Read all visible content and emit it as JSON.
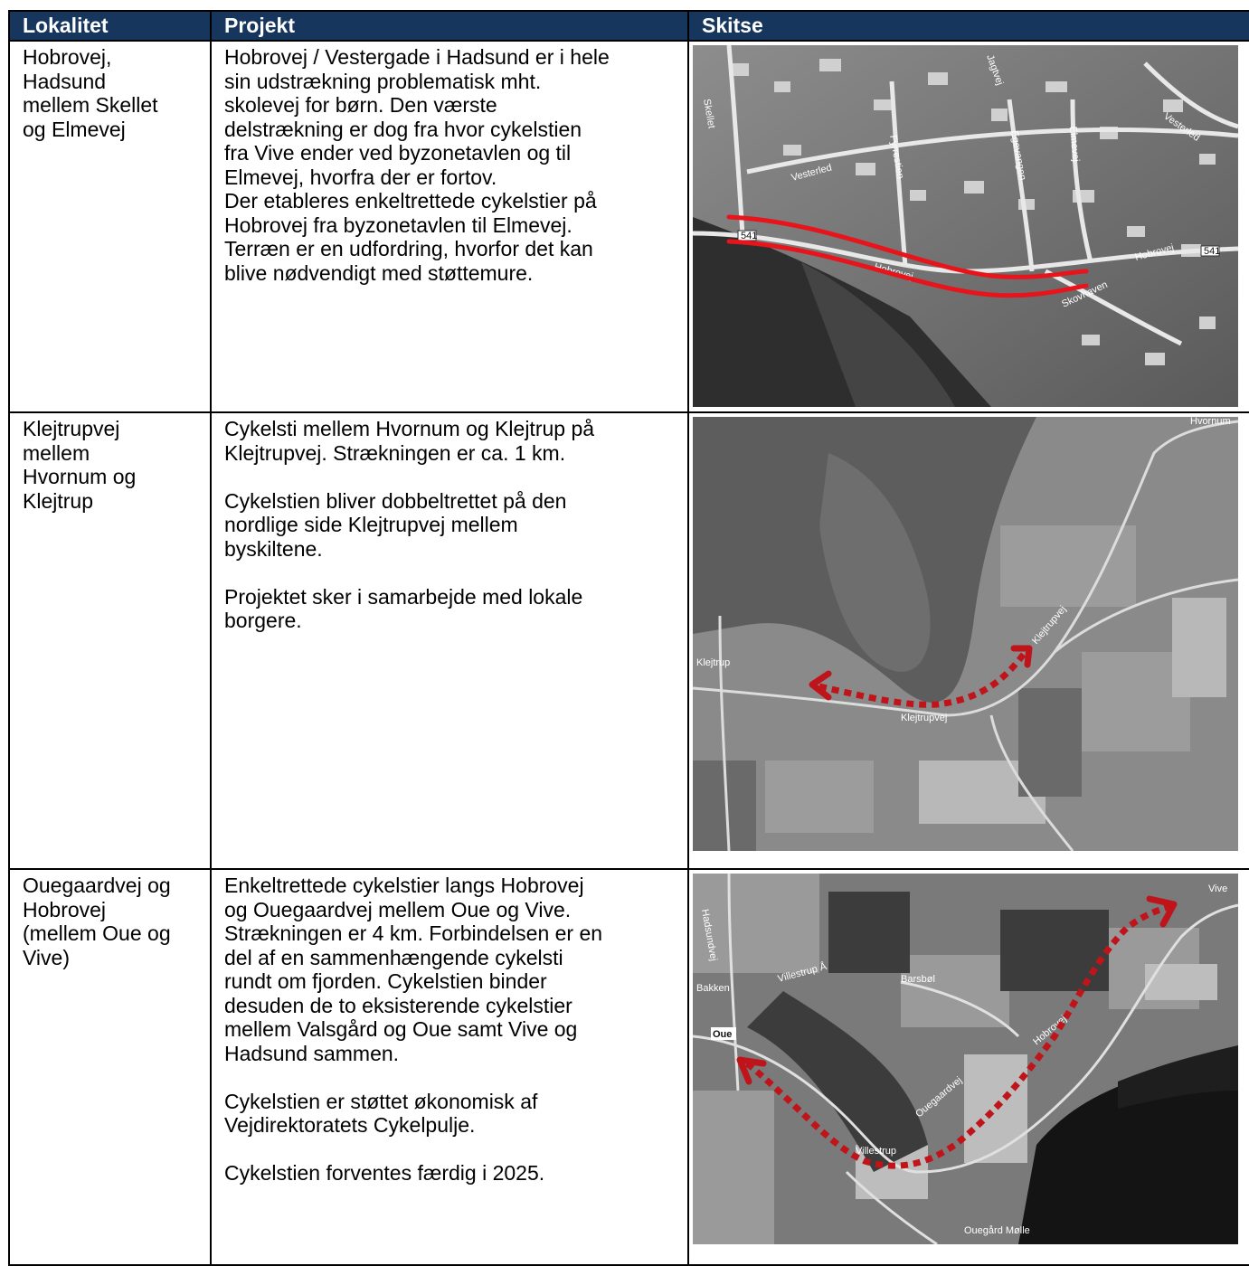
{
  "headers": {
    "lokalitet": "Lokalitet",
    "projekt": "Projekt",
    "skitse": "Skitse"
  },
  "rows": [
    {
      "lokalitet": [
        "Hobrovej,",
        "Hadsund",
        "mellem Skellet",
        "og Elmevej"
      ],
      "projekt": [
        [
          "Hobrovej / Vestergade i Hadsund er i hele",
          "sin udstrækning problematisk mht.",
          "skolevej for børn. Den værste",
          "delstrækning er dog fra hvor cykelstien",
          "fra Vive ender ved byzonetavlen og til",
          "Elmevej, hvorfra der er fortov.",
          "Der etableres enkeltrettede cykelstier på",
          "Hobrovej fra byzonetavlen til Elmevej.",
          "Terræn er en udfordring, hvorfor det kan",
          "blive nødvendigt med støttemure."
        ]
      ],
      "map": {
        "labels": [
          "Skellet",
          "Vesterled",
          "Fyrrestien",
          "Egevangen",
          "Elmevej",
          "Vesterled",
          "Jagtvej",
          "541",
          "541",
          "Hobrovej",
          "Hobrovej",
          "Skovhaven"
        ],
        "route_color": "#e8141b"
      }
    },
    {
      "lokalitet": [
        "Klejtrupvej",
        "mellem",
        "Hvornum og",
        "Klejtrup"
      ],
      "projekt": [
        [
          "Cykelsti mellem Hvornum og Klejtrup på",
          "Klejtrupvej. Strækningen er ca. 1 km."
        ],
        [
          "Cykelstien bliver dobbeltrettet på den",
          "nordlige side Klejtrupvej mellem",
          "byskiltene."
        ],
        [
          "Projektet sker i samarbejde med lokale",
          "borgere."
        ]
      ],
      "map": {
        "labels": [
          "Hvornum",
          "Klejtrup",
          "Klejtrupvej",
          "Klejtrupvej"
        ],
        "route_color": "#c0141b"
      }
    },
    {
      "lokalitet": [
        "Ouegaardvej og",
        "Hobrovej",
        "(mellem Oue og",
        "Vive)"
      ],
      "projekt": [
        [
          "Enkeltrettede cykelstier langs Hobrovej",
          "og Ouegaardvej mellem Oue og Vive.",
          "Strækningen er 4 km. Forbindelsen er en",
          "del af en sammenhængende cykelsti",
          "rundt om fjorden. Cykelstien binder",
          "desuden de to eksisterende cykelstier",
          "mellem Valsgård og Oue samt Vive og",
          "Hadsund sammen."
        ],
        [
          "Cykelstien er støttet økonomisk af",
          "Vejdirektoratets Cykelpulje."
        ],
        [
          "Cykelstien forventes færdig i 2025."
        ]
      ],
      "map": {
        "labels": [
          "Vive",
          "Hobrovej",
          "Barsbøl",
          "Villestrup Å",
          "Villestrup",
          "Ouegaardvej",
          "Oue",
          "Bakken",
          "Hadsundvej",
          "Ouegård Mølle"
        ],
        "route_color": "#c0141b"
      }
    }
  ]
}
